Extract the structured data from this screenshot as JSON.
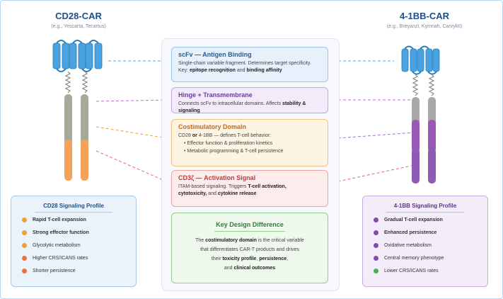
{
  "left_car": {
    "title": "CD28-CAR",
    "subtitle": "(e.g., Yescarta, Tecartus)"
  },
  "right_car": {
    "title": "4-1BB-CAR",
    "subtitle": "(e.g., Breyanzi, Kymriah, Carvykti)"
  },
  "cards": {
    "scfv": {
      "title": "scFv — Antigen Binding",
      "line1": "Single-chain variable fragment. Determines target specificity.",
      "line2_prefix": "Key: ",
      "line2_bold1": "epitope recognition",
      "line2_mid": " and ",
      "line2_bold2": "binding affinity"
    },
    "hinge": {
      "title": "Hinge + Transmembrane",
      "body_prefix": "Connects scFv to intracellular domains. Affects ",
      "body_bold": "stability & signaling"
    },
    "costim": {
      "title": "Costimulatory Domain",
      "line_prefix": "CD28 ",
      "line_bold": "or",
      "line_suffix": " 4-1BB — defines T-cell behavior:",
      "bullets": [
        "• Effector function & proliferation kinetics",
        "• Metabolic programming & T-cell persistence"
      ]
    },
    "cd3z": {
      "title": "CD3ζ — Activation Signal",
      "line1_prefix": "ITAM-based signaling. Triggers ",
      "line1_bold": "T-cell activation,",
      "line2_bold1": "cytotoxicity,",
      "line2_mid": " and ",
      "line2_bold2": "cytokine release"
    },
    "key": {
      "title": "Key Design Difference",
      "line1_prefix": "The ",
      "line1_bold": "costimulatory domain",
      "line1_suffix": " is the critical variable",
      "line2": "that differentiates CAR-T products and drives",
      "line3_prefix": "their ",
      "line3_bold1": "toxicity profile",
      "line3_mid": ", ",
      "line3_bold2": "persistence",
      "line3_suffix": ",",
      "line4_prefix": "and ",
      "line4_bold": "clinical outcomes"
    }
  },
  "left_profile": {
    "title": "CD28 Signaling Profile",
    "items": [
      {
        "label": "Rapid T-cell expansion",
        "color": "#f0a030"
      },
      {
        "label": "Strong effector function",
        "color": "#f0a030"
      },
      {
        "label": "Glycolytic metabolism",
        "color": "#f0a030"
      },
      {
        "label": "Higher CRS/ICANS rates",
        "color": "#e8743b"
      },
      {
        "label": "Shorter persistence",
        "color": "#e8743b"
      }
    ]
  },
  "right_profile": {
    "title": "4-1BB Signaling Profile",
    "items": [
      {
        "label": "Gradual T-cell expansion",
        "color": "#7b4fa8"
      },
      {
        "label": "Enhanced persistence",
        "color": "#7b4fa8"
      },
      {
        "label": "Oxidative metabolism",
        "color": "#7b4fa8"
      },
      {
        "label": "Central memory phenotype",
        "color": "#7b4fa8"
      },
      {
        "label": "Lower CRS/ICANS rates",
        "color": "#4caf50"
      }
    ]
  },
  "colors": {
    "scfv": "#4aa3df",
    "hinge": "#a8a8a8",
    "tm_left": "#a9a99a",
    "costim_left": "#f4a259",
    "costim_right": "#9b59b6",
    "cd3z_right": "#8e5cb5"
  }
}
